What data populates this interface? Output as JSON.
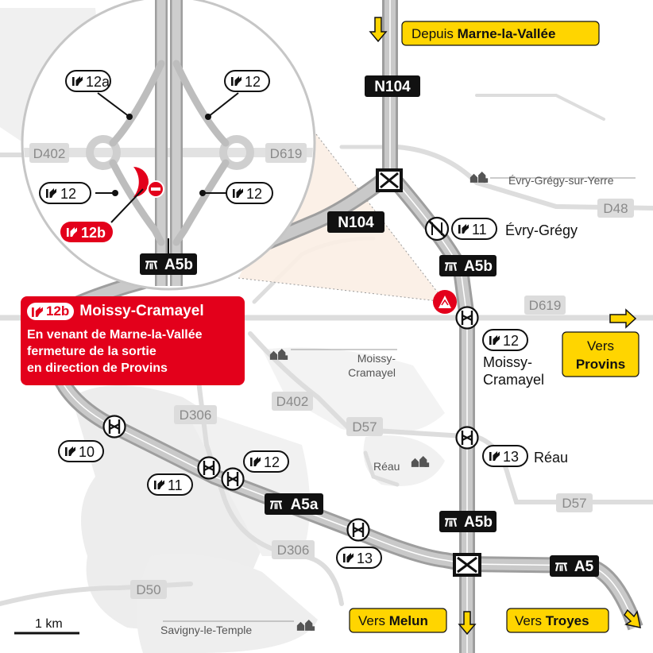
{
  "colors": {
    "red": "#e3001b",
    "yellow": "#ffd500",
    "black": "#111111",
    "road_gray": "#bdbdbd",
    "road_label_bg": "#dcdcdc"
  },
  "highway_labels": {
    "n104_top": "N104",
    "n104_mid": "N104",
    "a5b_inset": "A5b",
    "a5b_upper": "A5b",
    "a5b_lower": "A5b",
    "a5a": "A5a",
    "a5": "A5"
  },
  "road_labels": {
    "d402_inset": "D402",
    "d619_inset": "D619",
    "d48": "D48",
    "d619": "D619",
    "d402": "D402",
    "d306_a": "D306",
    "d57_a": "D57",
    "d57_b": "D57",
    "d306_b": "D306",
    "d50": "D50"
  },
  "exits": {
    "inset_12a": "12a",
    "inset_12_tr": "12",
    "inset_12_l": "12",
    "inset_12_r": "12",
    "inset_12b": "12b",
    "e11": "11",
    "e12": "12",
    "e13": "13",
    "e10": "10",
    "e12_sw": "12",
    "e11_sw": "11",
    "e13_sw": "13"
  },
  "places": {
    "evry_gregy_sur_yerre": "Évry-Grégy-sur-Yerre",
    "evry_gregy": "Évry-Grégy",
    "moissy_cramayel_exit": [
      "Moissy-",
      "Cramayel"
    ],
    "moissy_cramayel_town": [
      "Moissy-",
      "Cramayel"
    ],
    "reau_town": "Réau",
    "reau_exit": "Réau",
    "savigny": "Savigny-le-Temple"
  },
  "directions": {
    "depuis_prefix": "Depuis ",
    "depuis_city": "Marne-la-Vallée",
    "vers_provins_prefix": "Vers",
    "vers_provins_city": "Provins",
    "vers_melun_prefix": "Vers ",
    "vers_melun_city": "Melun",
    "vers_troyes_prefix": "Vers ",
    "vers_troyes_city": "Troyes"
  },
  "alert": {
    "exit": "12b",
    "title": "Moissy-Cramayel",
    "lines": [
      "En venant de Marne-la-Vallée",
      "fermeture de la sortie",
      "en direction de Provins"
    ]
  },
  "scale": {
    "label": "1 km"
  },
  "icons": {
    "exit": "exit-arrow-icon",
    "interchange": "interchange-icon",
    "no_entry": "no-entry-icon",
    "roadworks": "roadworks-icon",
    "town": "town-icon",
    "motorway": "motorway-icon"
  }
}
